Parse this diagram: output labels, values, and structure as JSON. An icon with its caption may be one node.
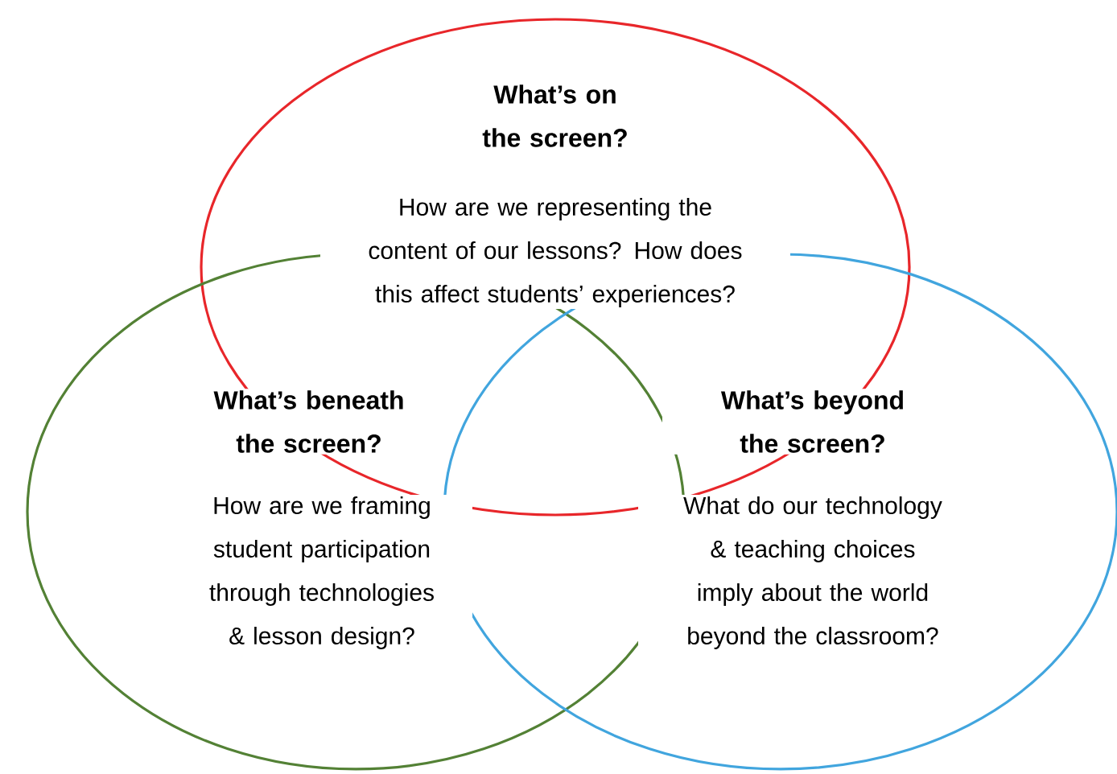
{
  "diagram": {
    "nodes": [
      {
        "text": [
          "What’s on the screen?",
          "How are we representing the content of our lessons? How does this affect students’ experiences?"
        ]
      },
      {
        "text": [
          "What’s beneath the screen?",
          "How are we framing student participation through technologies & lesson design?"
        ]
      },
      {
        "text": [
          "What’s beyond the screen?",
          "What do our technology & teaching choices imply about the world beyond the classroom?"
        ]
      }
    ]
  }
}
